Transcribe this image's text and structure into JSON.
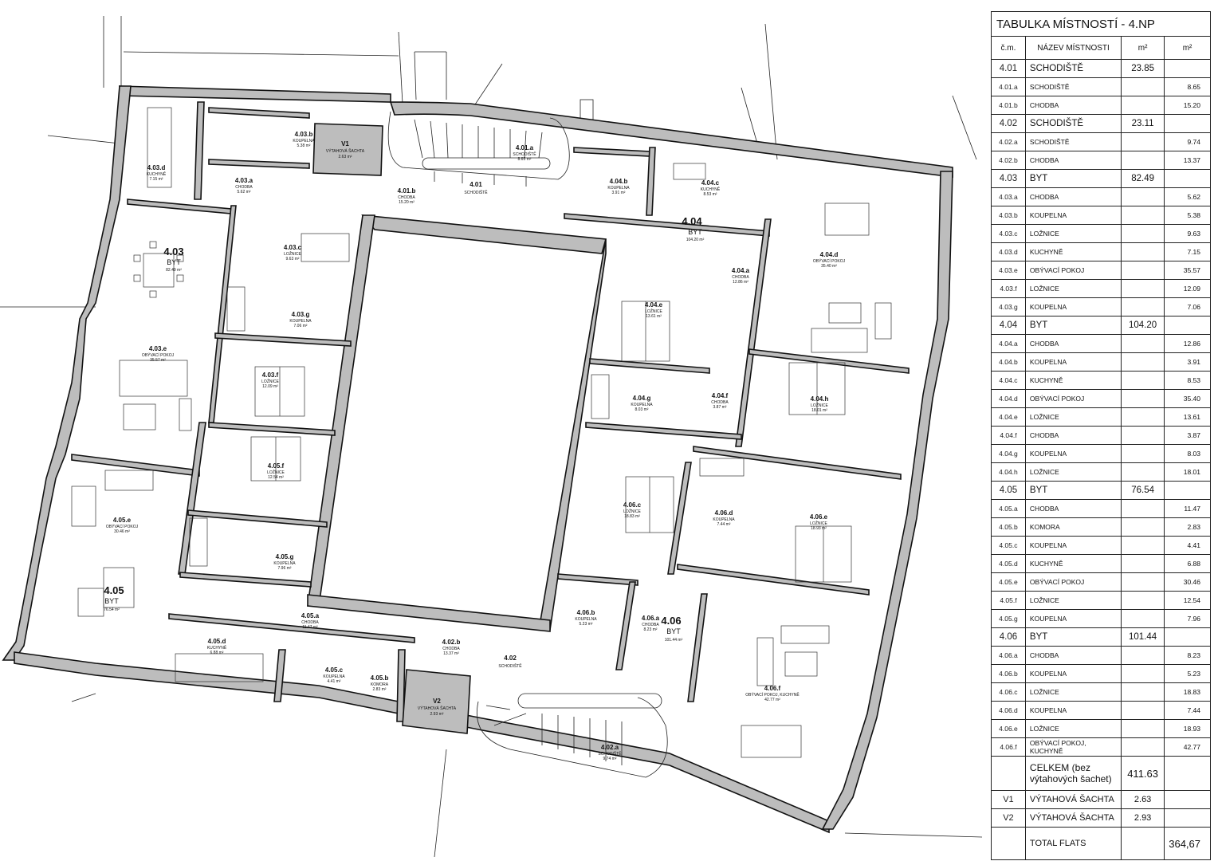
{
  "table": {
    "title": "TABULKA MÍSTNOSTÍ - 4.NP",
    "headers": {
      "num": "č.m.",
      "name": "NÁZEV MÍSTNOSTI",
      "area_main": "m²",
      "area_sub": "m²"
    },
    "rows": [
      {
        "num": "4.01",
        "name": "SCHODIŠTĚ",
        "main": "23.85",
        "sub": "",
        "level": "main"
      },
      {
        "num": "4.01.a",
        "name": "SCHODIŠTĚ",
        "main": "",
        "sub": "8.65",
        "level": "sub"
      },
      {
        "num": "4.01.b",
        "name": "CHODBA",
        "main": "",
        "sub": "15.20",
        "level": "sub"
      },
      {
        "num": "4.02",
        "name": "SCHODIŠTĚ",
        "main": "23.11",
        "sub": "",
        "level": "main"
      },
      {
        "num": "4.02.a",
        "name": "SCHODIŠTĚ",
        "main": "",
        "sub": "9.74",
        "level": "sub"
      },
      {
        "num": "4.02.b",
        "name": "CHODBA",
        "main": "",
        "sub": "13.37",
        "level": "sub"
      },
      {
        "num": "4.03",
        "name": "BYT",
        "main": "82.49",
        "sub": "",
        "level": "main"
      },
      {
        "num": "4.03.a",
        "name": "CHODBA",
        "main": "",
        "sub": "5.62",
        "level": "sub"
      },
      {
        "num": "4.03.b",
        "name": "KOUPELNA",
        "main": "",
        "sub": "5.38",
        "level": "sub"
      },
      {
        "num": "4.03.c",
        "name": "LOŽNICE",
        "main": "",
        "sub": "9.63",
        "level": "sub"
      },
      {
        "num": "4.03.d",
        "name": "KUCHYNĚ",
        "main": "",
        "sub": "7.15",
        "level": "sub"
      },
      {
        "num": "4.03.e",
        "name": "OBÝVACÍ POKOJ",
        "main": "",
        "sub": "35.57",
        "level": "sub"
      },
      {
        "num": "4.03.f",
        "name": "LOŽNICE",
        "main": "",
        "sub": "12.09",
        "level": "sub"
      },
      {
        "num": "4.03.g",
        "name": "KOUPELNA",
        "main": "",
        "sub": "7.06",
        "level": "sub"
      },
      {
        "num": "4.04",
        "name": "BYT",
        "main": "104.20",
        "sub": "",
        "level": "main"
      },
      {
        "num": "4.04.a",
        "name": "CHODBA",
        "main": "",
        "sub": "12.86",
        "level": "sub"
      },
      {
        "num": "4.04.b",
        "name": "KOUPELNA",
        "main": "",
        "sub": "3.91",
        "level": "sub"
      },
      {
        "num": "4.04.c",
        "name": "KUCHYNĚ",
        "main": "",
        "sub": "8.53",
        "level": "sub"
      },
      {
        "num": "4.04.d",
        "name": "OBÝVACÍ POKOJ",
        "main": "",
        "sub": "35.40",
        "level": "sub"
      },
      {
        "num": "4.04.e",
        "name": "LOŽNICE",
        "main": "",
        "sub": "13.61",
        "level": "sub"
      },
      {
        "num": "4.04.f",
        "name": "CHODBA",
        "main": "",
        "sub": "3.87",
        "level": "sub"
      },
      {
        "num": "4.04.g",
        "name": "KOUPELNA",
        "main": "",
        "sub": "8.03",
        "level": "sub"
      },
      {
        "num": "4.04.h",
        "name": "LOŽNICE",
        "main": "",
        "sub": "18.01",
        "level": "sub"
      },
      {
        "num": "4.05",
        "name": "BYT",
        "main": "76.54",
        "sub": "",
        "level": "main"
      },
      {
        "num": "4.05.a",
        "name": "CHODBA",
        "main": "",
        "sub": "11.47",
        "level": "sub"
      },
      {
        "num": "4.05.b",
        "name": "KOMORA",
        "main": "",
        "sub": "2.83",
        "level": "sub"
      },
      {
        "num": "4.05.c",
        "name": "KOUPELNA",
        "main": "",
        "sub": "4.41",
        "level": "sub"
      },
      {
        "num": "4.05.d",
        "name": "KUCHYNĚ",
        "main": "",
        "sub": "6.88",
        "level": "sub"
      },
      {
        "num": "4.05.e",
        "name": "OBÝVACÍ POKOJ",
        "main": "",
        "sub": "30.46",
        "level": "sub"
      },
      {
        "num": "4.05.f",
        "name": "LOŽNICE",
        "main": "",
        "sub": "12.54",
        "level": "sub"
      },
      {
        "num": "4.05.g",
        "name": "KOUPELNA",
        "main": "",
        "sub": "7.96",
        "level": "sub"
      },
      {
        "num": "4.06",
        "name": "BYT",
        "main": "101.44",
        "sub": "",
        "level": "main"
      },
      {
        "num": "4.06.a",
        "name": "CHODBA",
        "main": "",
        "sub": "8.23",
        "level": "sub"
      },
      {
        "num": "4.06.b",
        "name": "KOUPELNA",
        "main": "",
        "sub": "5.23",
        "level": "sub"
      },
      {
        "num": "4.06.c",
        "name": "LOŽNICE",
        "main": "",
        "sub": "18.83",
        "level": "sub"
      },
      {
        "num": "4.06.d",
        "name": "KOUPELNA",
        "main": "",
        "sub": "7.44",
        "level": "sub"
      },
      {
        "num": "4.06.e",
        "name": "LOŽNICE",
        "main": "",
        "sub": "18.93",
        "level": "sub"
      },
      {
        "num": "4.06.f",
        "name": "OBÝVACÍ POKOJ, KUCHYNĚ",
        "main": "",
        "sub": "42.77",
        "level": "sub"
      }
    ],
    "total": {
      "label_line1": "CELKEM (bez",
      "label_line2": "výtahových šachet)",
      "value": "411.63"
    },
    "lifts": [
      {
        "num": "V1",
        "name": "VÝTAHOVÁ ŠACHTA",
        "main": "2.63"
      },
      {
        "num": "V2",
        "name": "VÝTAHOVÁ ŠACHTA",
        "main": "2.93"
      }
    ],
    "total_flats": {
      "label": "TOTAL FLATS",
      "value": "364,67"
    }
  },
  "plan": {
    "flats": [
      {
        "code": "4.03",
        "name": "BYT",
        "area": "82.49 m²"
      },
      {
        "code": "4.04",
        "name": "BYT",
        "area": "104.20 m²"
      },
      {
        "code": "4.05",
        "name": "BYT",
        "area": "76.54 m²"
      },
      {
        "code": "4.06",
        "name": "BYT",
        "area": "101.44 m²"
      }
    ],
    "rooms": [
      {
        "code": "4.01",
        "name": "SCHODIŠTĚ",
        "area": ""
      },
      {
        "code": "4.01.a",
        "name": "SCHODIŠTĚ",
        "area": "8.65 m²"
      },
      {
        "code": "4.01.b",
        "name": "CHODBA",
        "area": "15.20 m²"
      },
      {
        "code": "4.02",
        "name": "SCHODIŠTĚ",
        "area": ""
      },
      {
        "code": "4.02.a",
        "name": "SCHODIŠTĚ",
        "area": "9.74 m²"
      },
      {
        "code": "4.02.b",
        "name": "CHODBA",
        "area": "13.37 m²"
      },
      {
        "code": "V1",
        "name": "VÝTAHOVÁ ŠACHTA",
        "area": "2.63 m²"
      },
      {
        "code": "V2",
        "name": "VÝTAHOVÁ ŠACHTA",
        "area": "2.93 m²"
      },
      {
        "code": "4.03.a",
        "name": "CHODBA",
        "area": "5.62 m²"
      },
      {
        "code": "4.03.b",
        "name": "KOUPELNA",
        "area": "5.38 m²"
      },
      {
        "code": "4.03.c",
        "name": "LOŽNICE",
        "area": "9.63 m²"
      },
      {
        "code": "4.03.d",
        "name": "KUCHYNĚ",
        "area": "7.15 m²"
      },
      {
        "code": "4.03.e",
        "name": "OBÝVACÍ POKOJ",
        "area": "35.57 m²"
      },
      {
        "code": "4.03.f",
        "name": "LOŽNICE",
        "area": "12.09 m²"
      },
      {
        "code": "4.03.g",
        "name": "KOUPELNA",
        "area": "7.06 m²"
      },
      {
        "code": "4.04.a",
        "name": "CHODBA",
        "area": "12.86 m²"
      },
      {
        "code": "4.04.b",
        "name": "KOUPELNA",
        "area": "3.91 m²"
      },
      {
        "code": "4.04.c",
        "name": "KUCHYNĚ",
        "area": "8.53 m²"
      },
      {
        "code": "4.04.d",
        "name": "OBÝVACÍ POKOJ",
        "area": "35.40 m²"
      },
      {
        "code": "4.04.e",
        "name": "LOŽNICE",
        "area": "13.61 m²"
      },
      {
        "code": "4.04.f",
        "name": "CHODBA",
        "area": "3.87 m²"
      },
      {
        "code": "4.04.g",
        "name": "KOUPELNA",
        "area": "8.03 m²"
      },
      {
        "code": "4.04.h",
        "name": "LOŽNICE",
        "area": "18.01 m²"
      },
      {
        "code": "4.05.a",
        "name": "CHODBA",
        "area": "11.47 m²"
      },
      {
        "code": "4.05.b",
        "name": "KOMORA",
        "area": "2.83 m²"
      },
      {
        "code": "4.05.c",
        "name": "KOUPELNA",
        "area": "4.41 m²"
      },
      {
        "code": "4.05.d",
        "name": "KUCHYNĚ",
        "area": "6.88 m²"
      },
      {
        "code": "4.05.e",
        "name": "OBÝVACÍ POKOJ",
        "area": "30.46 m²"
      },
      {
        "code": "4.05.f",
        "name": "LOŽNICE",
        "area": "12.54 m²"
      },
      {
        "code": "4.05.g",
        "name": "KOUPELNA",
        "area": "7.96 m²"
      },
      {
        "code": "4.06.a",
        "name": "CHODBA",
        "area": "8.23 m²"
      },
      {
        "code": "4.06.b",
        "name": "KOUPELNA",
        "area": "5.23 m²"
      },
      {
        "code": "4.06.c",
        "name": "LOŽNICE",
        "area": "18.83 m²"
      },
      {
        "code": "4.06.d",
        "name": "KOUPELNA",
        "area": "7.44 m²"
      },
      {
        "code": "4.06.e",
        "name": "LOŽNICE",
        "area": "18.93 m²"
      },
      {
        "code": "4.06.f",
        "name": "OBÝVACÍ POKOJ, KUCHYNĚ",
        "area": "42.77 m²"
      }
    ]
  }
}
